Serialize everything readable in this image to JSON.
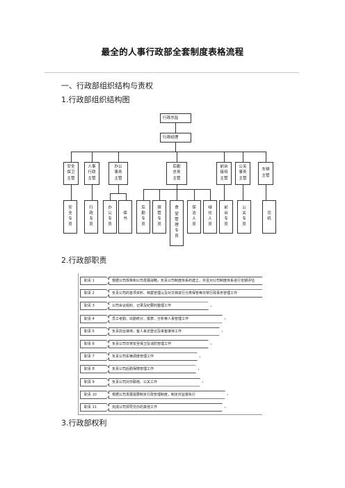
{
  "doc": {
    "title": "最全的人事行政部全套制度表格流程",
    "section1": "一、行政部组织结构与责权",
    "section1_1": "1.行政部组织结构图",
    "section1_2": "2.行政部职责",
    "section1_3": "3.行政部权利"
  },
  "org": {
    "top": [
      "行政总监",
      "行政经理"
    ],
    "managers": [
      [
        "安全",
        "保卫",
        "主管"
      ],
      [
        "人事",
        "行政",
        "主管"
      ],
      [
        "办公",
        "事务",
        "主管"
      ],
      [
        "后勤",
        "总务",
        "主管"
      ],
      [
        "前台",
        "接待",
        "主管"
      ],
      [
        "公关",
        "事务",
        "主管"
      ],
      [
        "车辆",
        "主管"
      ]
    ],
    "staff": [
      [
        "安",
        "全",
        "专",
        "员"
      ],
      [
        "行",
        "政",
        "专",
        "员"
      ],
      [
        "办",
        "公",
        "专",
        "员"
      ],
      [
        "保",
        "书"
      ],
      [
        "后",
        "勤",
        "专",
        "员"
      ],
      [
        "宿",
        "管",
        "专",
        "员"
      ],
      [
        "食",
        "堂",
        "管",
        "理",
        "专",
        "员"
      ],
      [
        "保",
        "洁",
        "人",
        "员"
      ],
      [
        "绿",
        "化",
        "人",
        "员"
      ],
      [
        "前",
        "台",
        "专",
        "员"
      ],
      [
        "公",
        "关",
        "专",
        "员"
      ],
      [
        "司",
        "机"
      ]
    ]
  },
  "duties": [
    {
      "label": "职责 1",
      "text": "根据公司规章和公司发展战略，负责公司制度体系的建立，并且对公司制度体系进行定期评估"
    },
    {
      "label": "职责 2",
      "text": "负责公司的各项资料、档案管理以及对文档进行分类保管等日常行政事务管理工作"
    },
    {
      "label": "职责 3",
      "text": "公司会议组织、记录及纪要的整理工作"
    },
    {
      "label": "职责 4",
      "text": "员工考勤、出勤统计、报表、分析等人事管理工作"
    },
    {
      "label": "职责 5",
      "text": "负责前台接待，客人来访登记及来客接待工作"
    },
    {
      "label": "职责 6",
      "text": "负责公司日常安全保卫及消防管理工作"
    },
    {
      "label": "职责 7",
      "text": "负责公司车辆调度管理工作"
    },
    {
      "label": "职责 8",
      "text": "负责公司后勤保障管理工作"
    },
    {
      "label": "职责 9",
      "text": "负责公司对外联络、公关工作"
    },
    {
      "label": "职责 10",
      "text": "根据公司发展需要制定行政管理制度，制定并监督执行"
    },
    {
      "label": "职责 11",
      "text": "完成公司领导交办的其他工作"
    }
  ]
}
